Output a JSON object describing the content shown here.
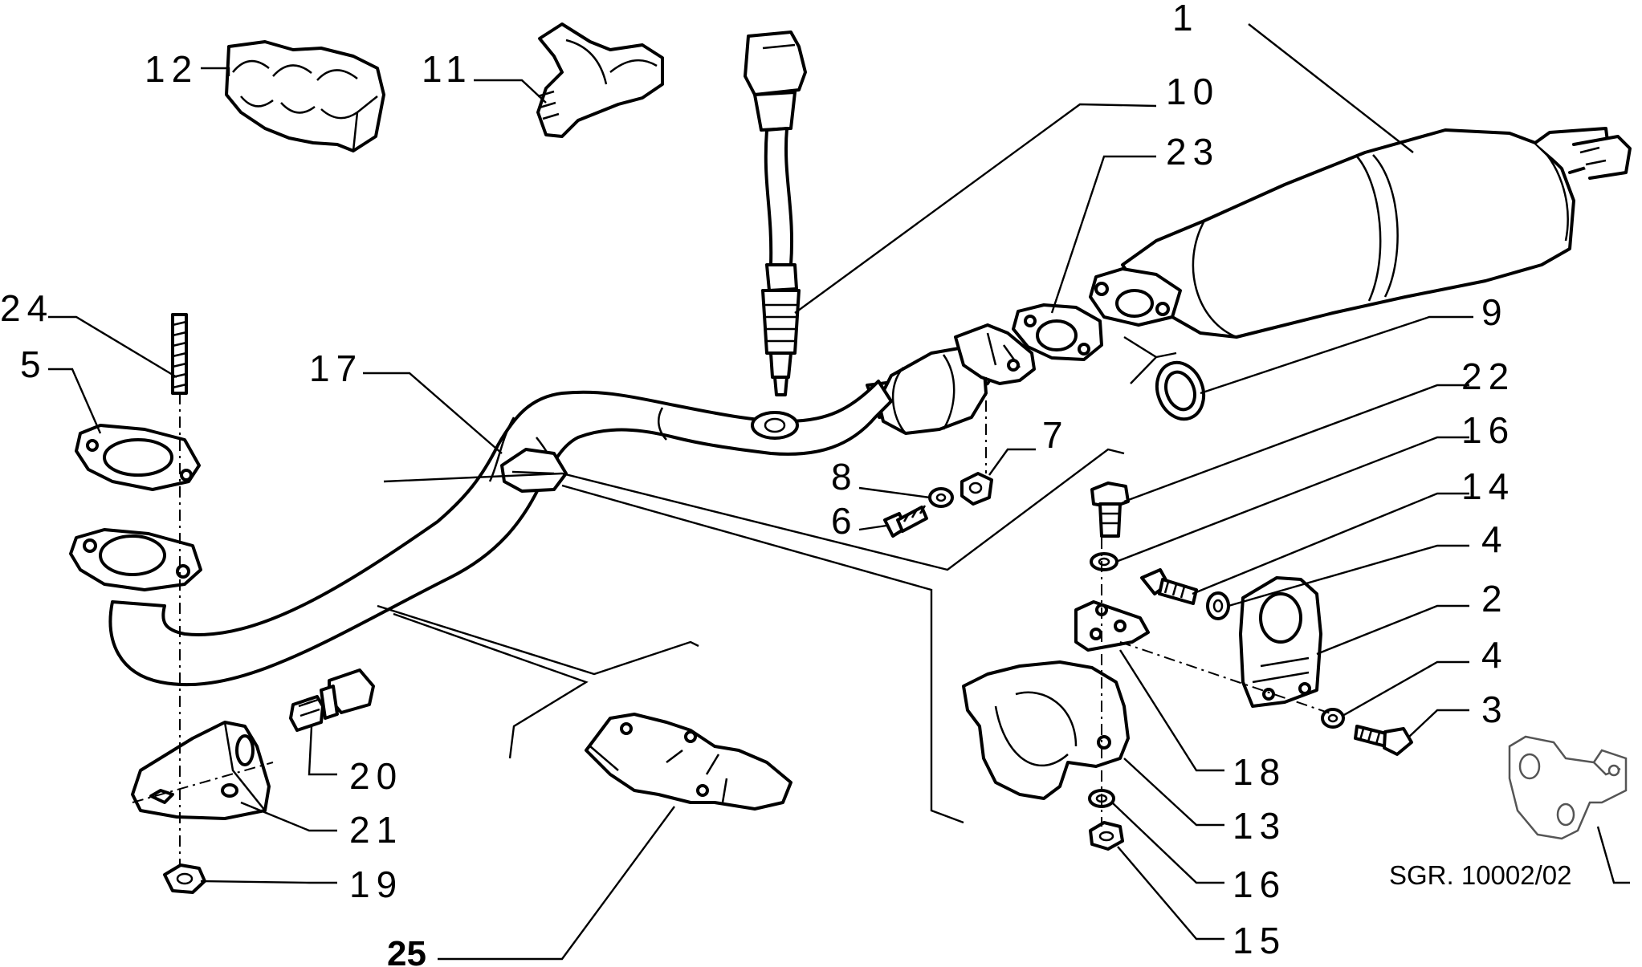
{
  "labels": {
    "p1": "1",
    "p2": "2",
    "p3": "3",
    "p4a": "4",
    "p4b": "4",
    "p5": "5",
    "p6": "6",
    "p7": "7",
    "p8": "8",
    "p9": "9",
    "p10": "10",
    "p11": "11",
    "p12": "12",
    "p13": "13",
    "p14": "14",
    "p15": "15",
    "p16a": "16",
    "p16b": "16",
    "p17": "17",
    "p18": "18",
    "p19": "19",
    "p20": "20",
    "p21": "21",
    "p22": "22",
    "p23": "23",
    "p24": "24",
    "p25": "25"
  },
  "reference": "SGR. 10002/02"
}
